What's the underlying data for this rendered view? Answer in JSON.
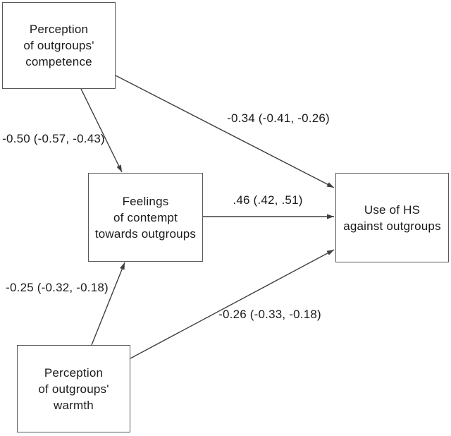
{
  "figure": {
    "type": "path-diagram",
    "colors": {
      "background": "#ffffff",
      "line": "#3f3f3f",
      "box_border": "#58595b",
      "text": "#1a1a1a"
    },
    "nodes": {
      "competence": {
        "lines": [
          "Perception",
          "of outgroups'",
          "competence"
        ]
      },
      "contempt": {
        "lines": [
          "Feelings",
          "of contempt",
          "towards outgroups"
        ]
      },
      "hs": {
        "lines": [
          "Use of HS",
          "against outgroups"
        ]
      },
      "warmth": {
        "lines": [
          "Perception",
          "of outgroups'",
          "warmth"
        ]
      }
    },
    "paths": [
      {
        "from": "Perception of outgroups' competence",
        "to": "Feelings of contempt towards outgroups",
        "label": "-0.50 (-0.57, -0.43)"
      },
      {
        "from": "Perception of outgroups' competence",
        "to": "Use of HS against outgroups",
        "label": "-0.34 (-0.41, -0.26)"
      },
      {
        "from": "Feelings of contempt towards outgroups",
        "to": "Use of HS against outgroups",
        "label": ".46 (.42, .51)"
      },
      {
        "from": "Perception of outgroups' warmth",
        "to": "Feelings of contempt towards outgroups",
        "label": "-0.25 (-0.32, -0.18)"
      },
      {
        "from": "Perception of outgroups' warmth",
        "to": "Use of HS against outgroups",
        "label": "-0.26 (-0.33, -0.18)"
      }
    ]
  }
}
